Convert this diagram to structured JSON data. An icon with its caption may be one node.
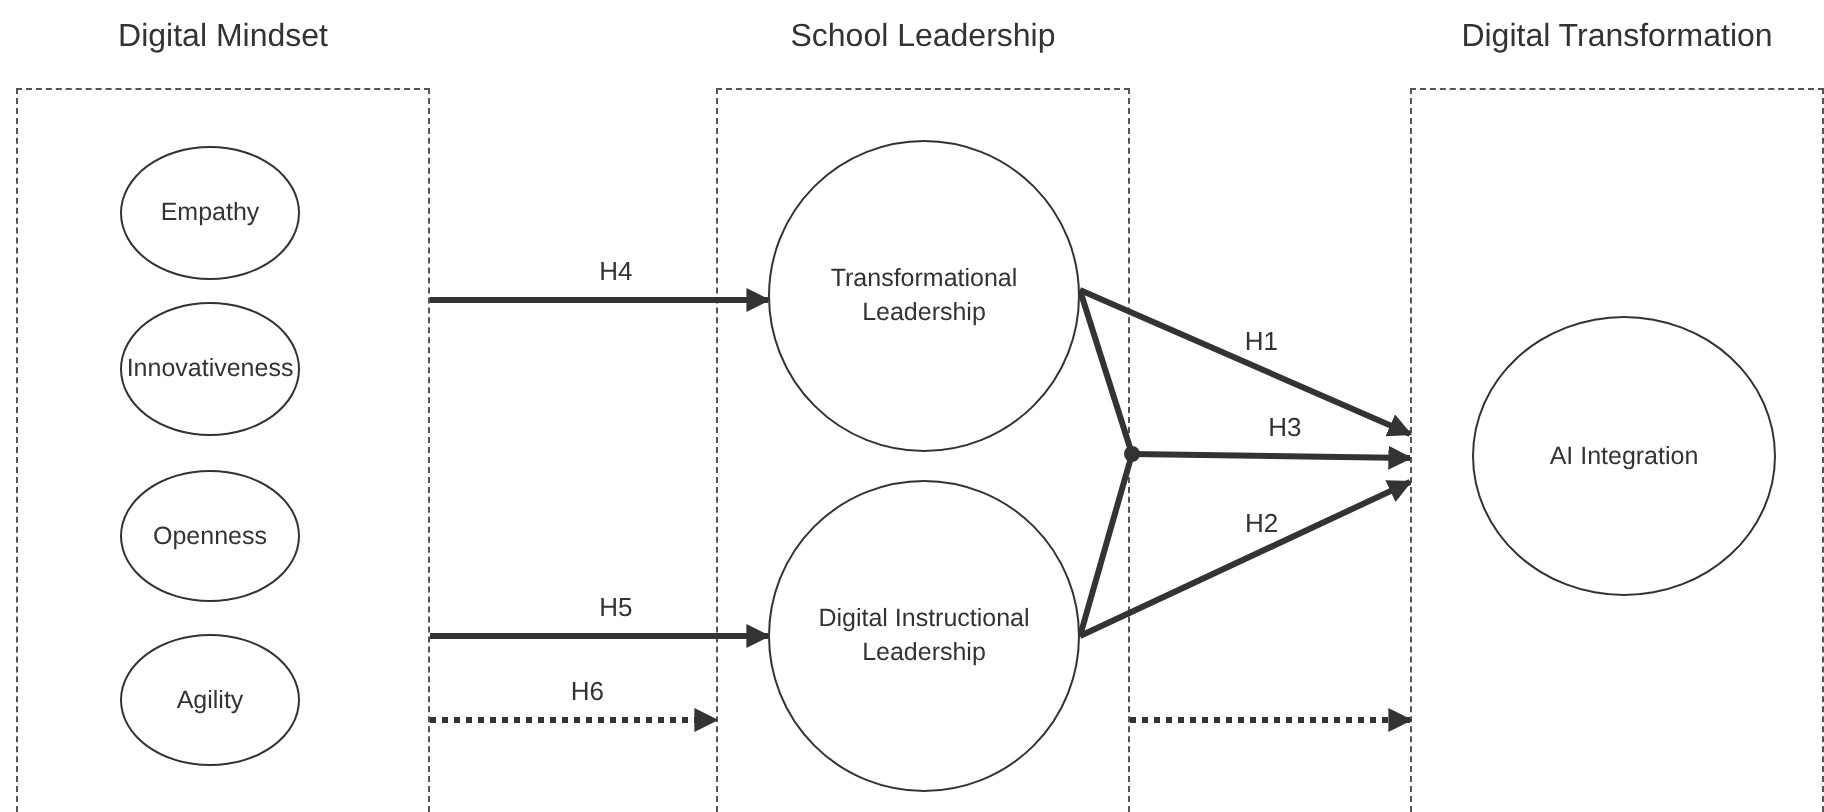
{
  "diagram": {
    "nodes": [
      {
        "text": [
          "Digital Mindset"
        ]
      },
      {
        "text": [
          "Empathy"
        ],
        "in": 0
      },
      {
        "text": [
          "Innovativeness"
        ],
        "in": 0
      },
      {
        "text": [
          "Openness"
        ],
        "in": 0
      },
      {
        "text": [
          "Agility"
        ],
        "in": 0
      },
      {
        "text": [
          "School Leadership"
        ]
      },
      {
        "text": [
          "Transformational Leadership"
        ],
        "in": 5
      },
      {
        "text": [
          "Digital Instructional Leadership"
        ],
        "in": 5
      },
      {
        "text": [
          "Digital Transformation"
        ]
      },
      {
        "text": [
          "AI Integration"
        ],
        "in": 8
      },
      {
        "text": [],
        "shape": "circle"
      }
    ],
    "edges": [
      {
        "from": 0,
        "to": 6,
        "arrow": "to",
        "label": "H4"
      },
      {
        "from": 0,
        "to": 7,
        "arrow": "to",
        "label": "H5"
      },
      {
        "from": 0,
        "to": 5,
        "arrow": "to",
        "label": "H6",
        "style": "dashed"
      },
      {
        "from": 5,
        "to": 8,
        "arrow": "to",
        "style": "dashed"
      },
      {
        "from": 6,
        "to": 10,
        "arrow": "none"
      },
      {
        "from": 7,
        "to": 10,
        "arrow": "none"
      },
      {
        "from": 6,
        "to": 8,
        "arrow": "to",
        "label": "H1"
      },
      {
        "from": 10,
        "to": 8,
        "arrow": "to",
        "label": "H3"
      },
      {
        "from": 7,
        "to": 8,
        "arrow": "to",
        "label": "H2"
      }
    ]
  }
}
